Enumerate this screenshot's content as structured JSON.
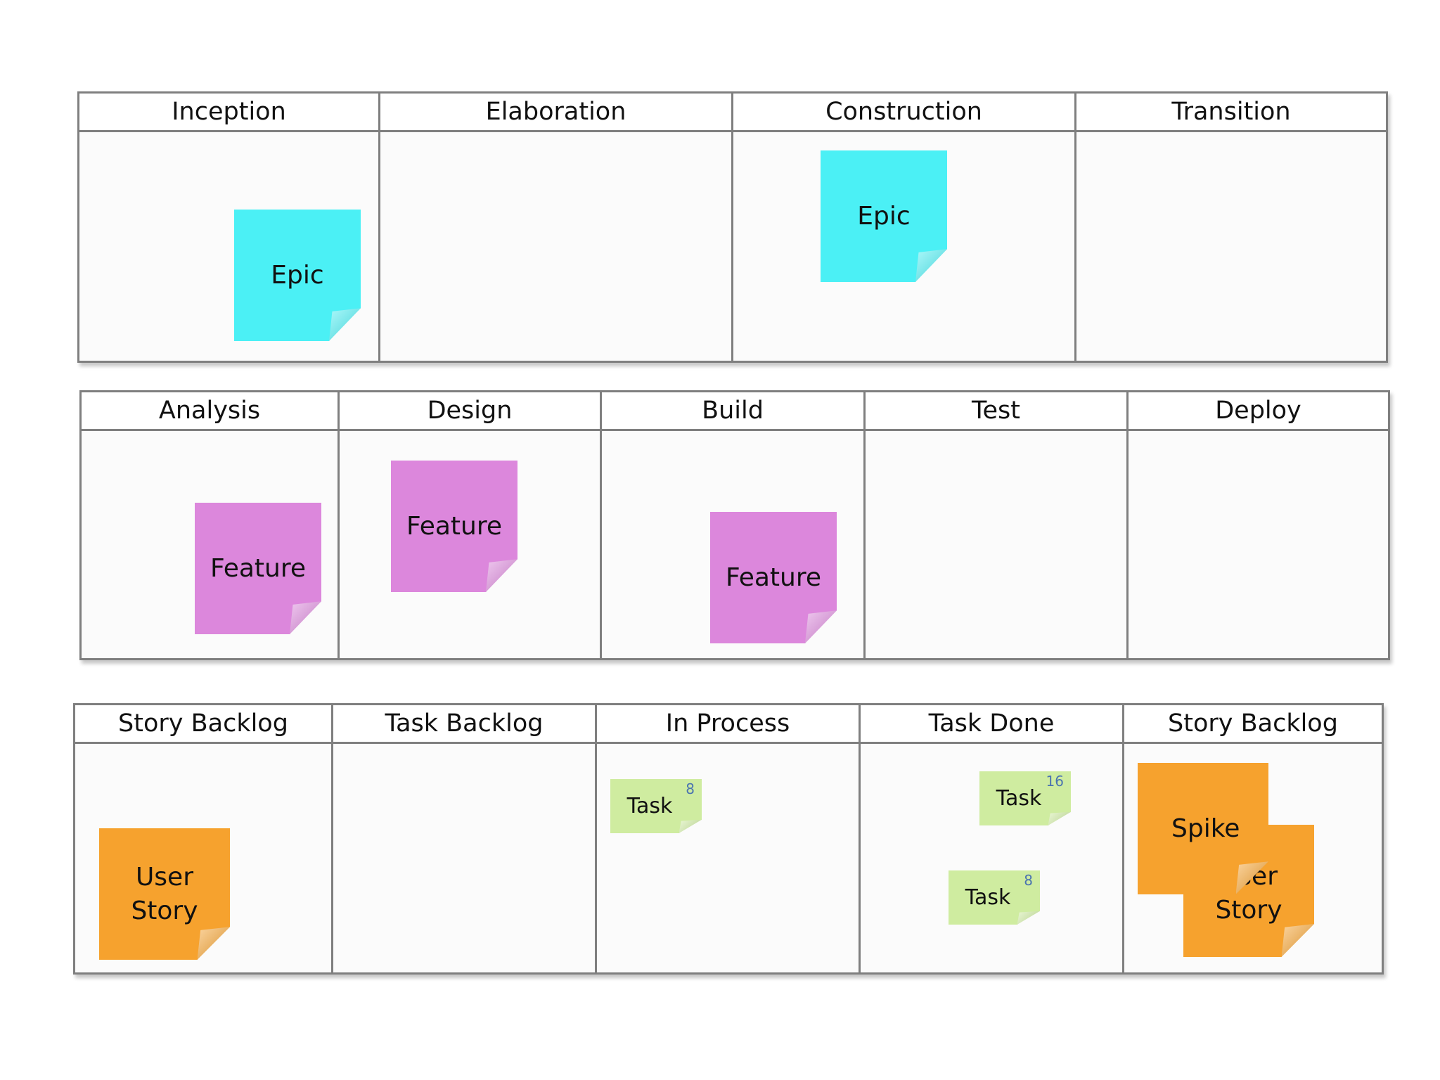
{
  "colors": {
    "epic": "#4bf0f5",
    "feature": "#dc87dc",
    "story": "#f6a22e",
    "task": "#cfeca0",
    "grid": "#7f7f7f"
  },
  "boards": [
    {
      "columns": [
        "Inception",
        "Elaboration",
        "Construction",
        "Transition"
      ],
      "notes": [
        {
          "label": "Epic",
          "type": "epic"
        },
        {
          "label": "Epic",
          "type": "epic"
        }
      ]
    },
    {
      "columns": [
        "Analysis",
        "Design",
        "Build",
        "Test",
        "Deploy"
      ],
      "notes": [
        {
          "label": "Feature",
          "type": "feature"
        },
        {
          "label": "Feature",
          "type": "feature"
        },
        {
          "label": "Feature",
          "type": "feature"
        }
      ]
    },
    {
      "columns": [
        "Story Backlog",
        "Task Backlog",
        "In Process",
        "Task Done",
        "Story Backlog"
      ],
      "notes": [
        {
          "label": "User\nStory",
          "type": "story"
        },
        {
          "label": "Task",
          "type": "task",
          "estimate": "8"
        },
        {
          "label": "Task",
          "type": "task",
          "estimate": "16"
        },
        {
          "label": "Task",
          "type": "task",
          "estimate": "8"
        },
        {
          "label": "User\nStory",
          "type": "story"
        },
        {
          "label": "Spike",
          "type": "story"
        }
      ]
    }
  ]
}
